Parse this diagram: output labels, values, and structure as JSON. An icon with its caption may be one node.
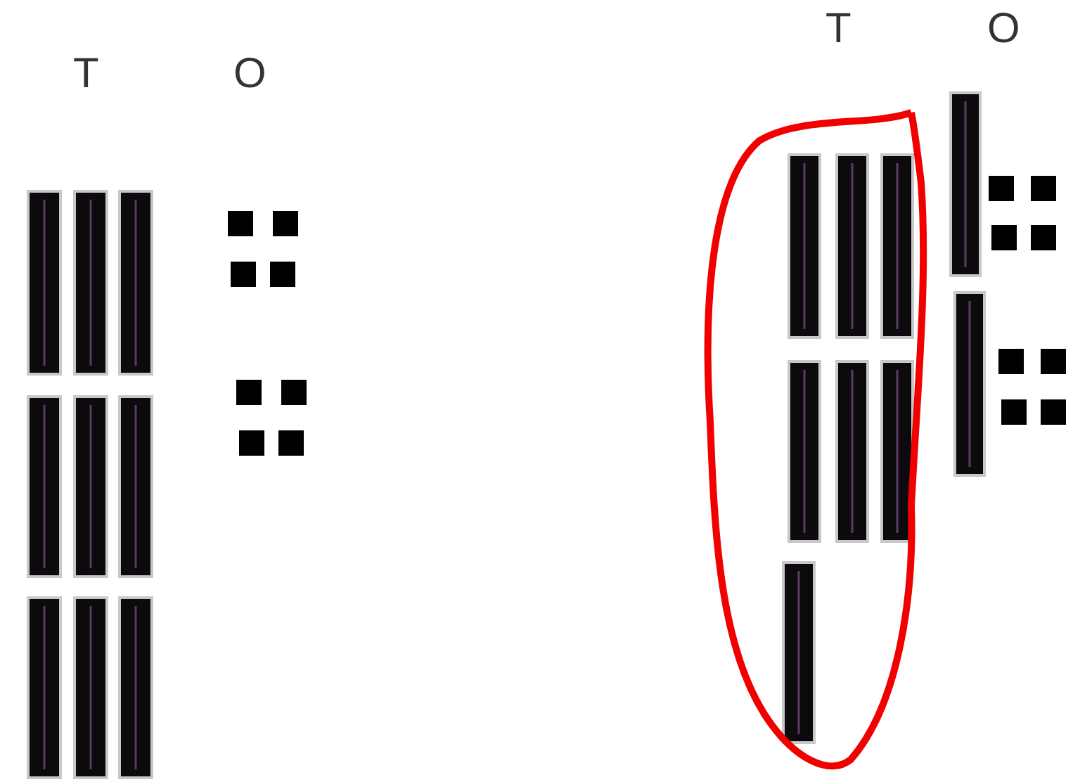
{
  "diagram": {
    "labels": [
      "T",
      "O",
      "T",
      "O"
    ]
  }
}
